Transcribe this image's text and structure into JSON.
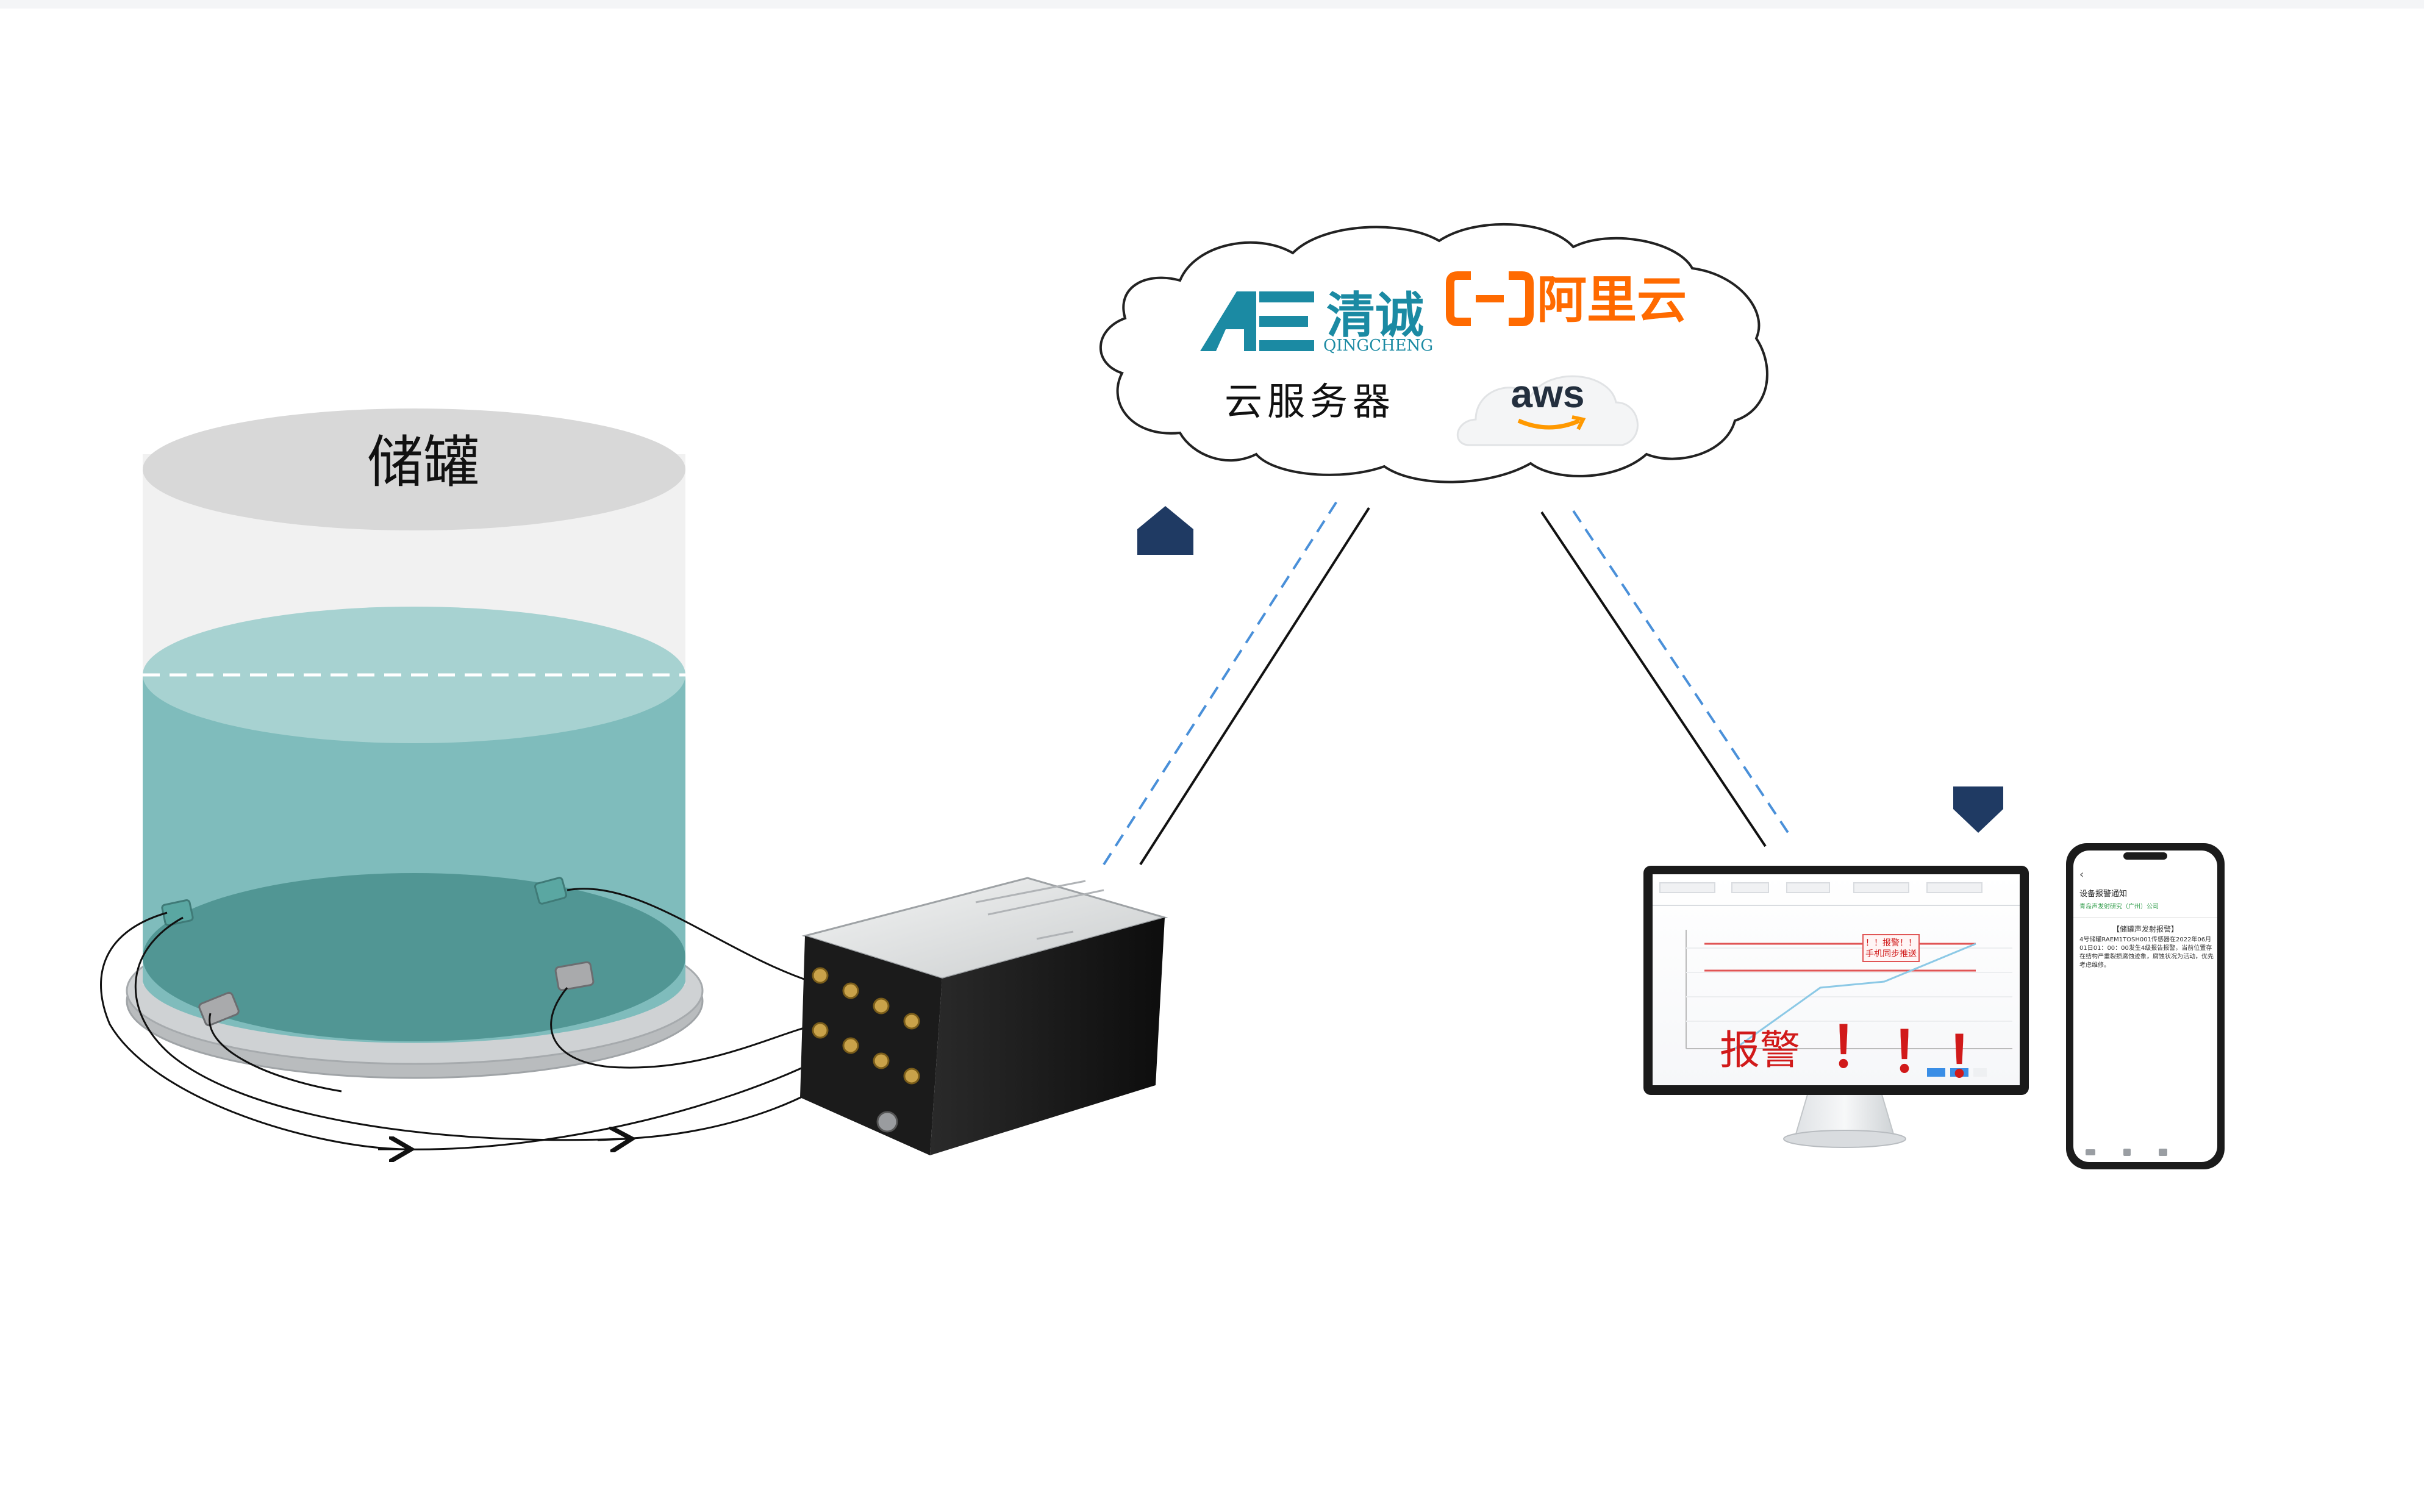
{
  "tank": {
    "label": "储罐"
  },
  "cloud": {
    "label": "云服务器",
    "brands": {
      "qingcheng_cn": "清诚",
      "qingcheng_en": "QINGCHENG",
      "aliyun": "阿里云",
      "aws": "aws"
    }
  },
  "monitor": {
    "alarm_text": "报警",
    "alarm_marks": [
      "！",
      "！",
      "！"
    ],
    "popup_line1": "！！报警！！",
    "popup_line2": "手机同步推送"
  },
  "phone": {
    "title": "设备报警通知",
    "subtitle": "青岛声发射研究（广州）公司",
    "heading": "【储罐声发射报警】",
    "body": "4号储罐RAEM1TOSH001传感器在2022年06月01日01：00：00发生4级报告报警，当前位置存在结构严重裂损腐蚀迹象，腐蚀状况为活动，优先考虑维修。"
  },
  "colors": {
    "liquid": "#7fbcbc",
    "liquid_top": "#a7d2d1",
    "liquid_bottom": "#4f9491",
    "arrow_up": "#1f3a63",
    "dash_link": "#4a90d9",
    "alarm_red": "#d11a1a",
    "ali_orange": "#ff6a00",
    "qc_teal": "#1b8aa3"
  }
}
